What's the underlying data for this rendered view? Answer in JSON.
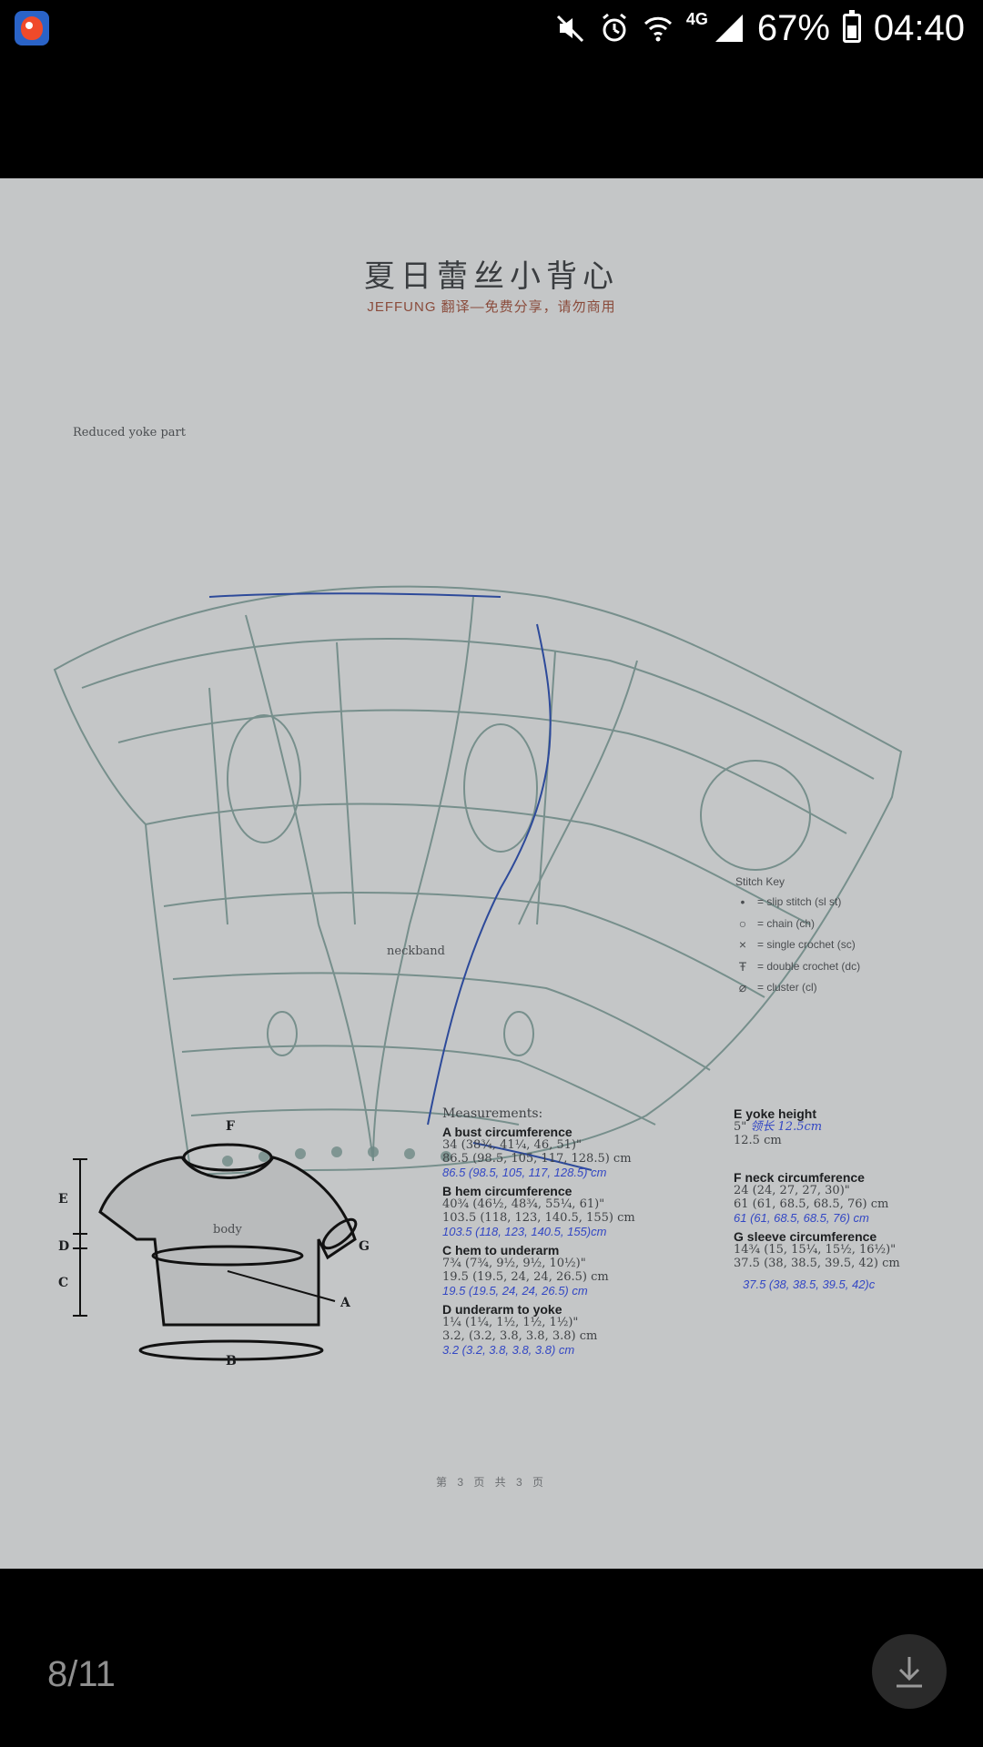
{
  "status": {
    "network_label": "4G",
    "battery_percent": 67,
    "battery_text": "67%",
    "time": "04:40",
    "icons": [
      "app-icon",
      "mute-icon",
      "alarm-icon",
      "wifi-icon",
      "signal-icon",
      "battery-icon"
    ]
  },
  "document": {
    "title": "夏日蕾丝小背心",
    "subtitle": "JEFFUNG 翻译—免费分享，请勿商用",
    "chart_title": "Reduced yoke part",
    "neckband_label": "neckband",
    "stitch_key": {
      "title": "Stitch Key",
      "items": [
        {
          "symbol": "•",
          "label": "= slip stitch (sl st)"
        },
        {
          "symbol": "○",
          "label": "= chain (ch)"
        },
        {
          "symbol": "×",
          "label": "= single crochet (sc)"
        },
        {
          "symbol": "Ŧ",
          "label": "= double crochet (dc)"
        },
        {
          "symbol": "⌀",
          "label": "= cluster (cl)"
        }
      ]
    },
    "diagram_labels": {
      "F": "F",
      "E": "E",
      "D": "D",
      "C": "C",
      "G": "G",
      "A": "A",
      "B": "B",
      "body": "body"
    },
    "measurements_title": "Measurements:",
    "measurements": [
      {
        "label": "A bust circumference",
        "value": "34 (38¾, 41¼, 46, 51)\"",
        "metric": "86.5 (98.5, 105, 117, 128.5) cm",
        "hand": "86.5 (98.5, 105, 117, 128.5) cm"
      },
      {
        "label": "B hem circumference",
        "value": "40¾ (46½, 48¾, 55¼, 61)\"",
        "metric": "103.5 (118, 123, 140.5, 155) cm",
        "hand": "103.5 (118, 123, 140.5, 155)cm"
      },
      {
        "label": "C hem to underarm",
        "value": "7¾ (7¾, 9½, 9½, 10½)\"",
        "metric": "19.5 (19.5, 24, 24, 26.5) cm",
        "hand": "19.5 (19.5, 24, 24, 26.5) cm"
      },
      {
        "label": "D underarm to yoke",
        "value": "1¼ (1¼, 1½, 1½, 1½)\"",
        "metric": "3.2, (3.2, 3.8, 3.8, 3.8) cm",
        "hand": "3.2 (3.2, 3.8, 3.8, 3.8) cm"
      }
    ],
    "measurements_right": [
      {
        "label": "E yoke height",
        "value": "5\"",
        "hand": "领长 12.5cm",
        "metric": "12.5 cm"
      },
      {
        "label": "F neck circumference",
        "value": "24 (24, 27, 27, 30)\"",
        "metric": "61 (61, 68.5, 68.5, 76) cm",
        "hand": "61 (61, 68.5, 68.5, 76) cm"
      },
      {
        "label": "G sleeve circumference",
        "value": "14¾ (15, 15¼, 15½, 16½)\"",
        "metric": "37.5 (38, 38.5, 39.5, 42) cm",
        "hand": "37.5 (38, 38.5, 39.5, 42)c"
      }
    ],
    "page_footer": "第 3 页 共 3 页"
  },
  "viewer": {
    "page_indicator": "8/11",
    "download_icon": "download-icon"
  }
}
